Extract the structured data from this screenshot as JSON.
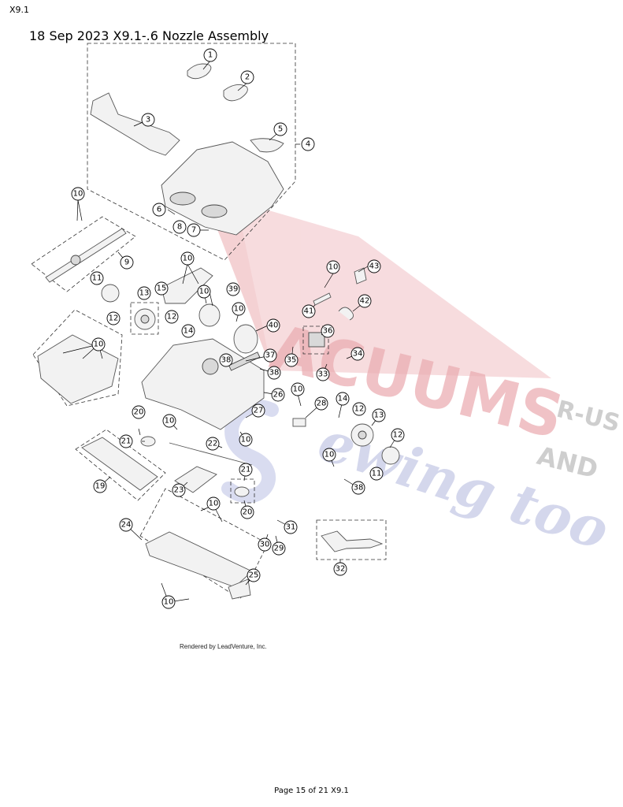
{
  "header": {
    "doc_code": "X9.1",
    "title": "18 Sep 2023 X9.1-.6 Nozzle Assembly"
  },
  "watermark": {
    "line1": "ACUUMS",
    "suffix1": "R-US",
    "line2": "ewing too",
    "suffix2": "AND",
    "colors": {
      "red": "#e8a0a6",
      "blue": "#b8bde0",
      "gray": "#b8b8b8"
    }
  },
  "credit": "Rendered by LeadVenture, Inc.",
  "footer": "Page 15 of 21 X9.1",
  "callouts": {
    "c1": "1",
    "c2": "2",
    "c3": "3",
    "c4": "4",
    "c5": "5",
    "c6": "6",
    "c7": "7",
    "c8": "8",
    "c9": "9",
    "c10a": "10",
    "c10b": "10",
    "c10c": "10",
    "c10d": "10",
    "c10e": "10",
    "c10f": "10",
    "c10g": "10",
    "c10h": "10",
    "c10i": "10",
    "c10j": "10",
    "c10k": "10",
    "c11a": "11",
    "c11b": "11",
    "c12a": "12",
    "c12b": "12",
    "c12c": "12",
    "c12d": "12",
    "c13a": "13",
    "c13b": "13",
    "c14a": "14",
    "c14b": "14",
    "c15": "15",
    "c19": "19",
    "c20a": "20",
    "c20b": "20",
    "c21a": "21",
    "c21b": "21",
    "c22": "22",
    "c23": "23",
    "c24": "24",
    "c25": "25",
    "c26": "26",
    "c27": "27",
    "c28": "28",
    "c29": "29",
    "c30": "30",
    "c31": "31",
    "c32": "32",
    "c33": "33",
    "c34": "34",
    "c35": "35",
    "c36": "36",
    "c37": "37",
    "c38a": "38",
    "c38b": "38",
    "c38c": "38",
    "c39": "39",
    "c40": "40",
    "c41": "41",
    "c42": "42",
    "c43": "43"
  }
}
